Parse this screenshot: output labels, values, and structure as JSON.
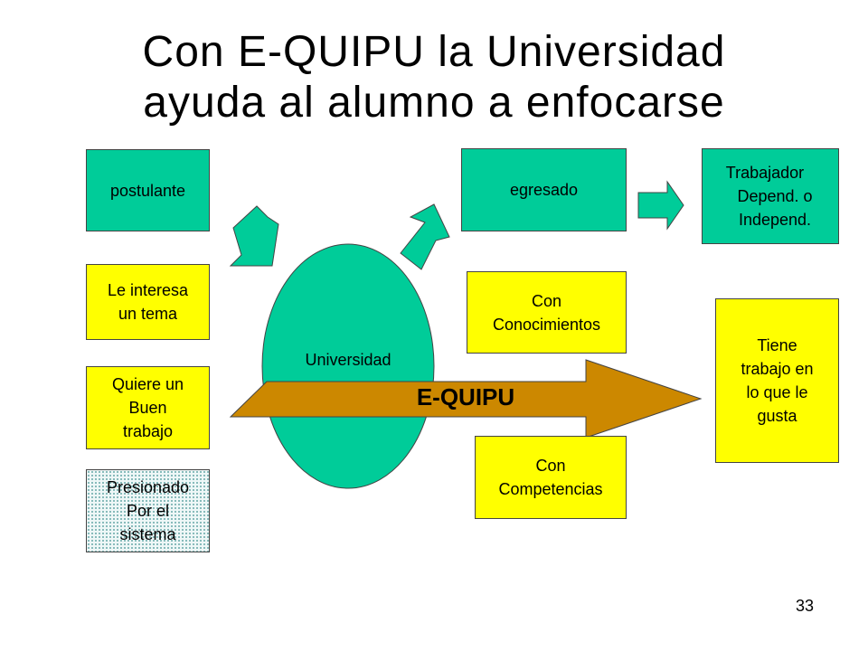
{
  "title": {
    "line1": "Con E-QUIPU la  Universidad",
    "line2": "ayuda al alumno a enfocarse"
  },
  "left_boxes": {
    "postulante": "postulante",
    "interesa": [
      "Le interesa",
      "un tema"
    ],
    "quiere": [
      "Quiere un",
      "Buen",
      "trabajo"
    ],
    "presionado": [
      "Presionado",
      "Por el",
      "sistema"
    ]
  },
  "center": {
    "universidad": "Universidad",
    "equipu": "E-QUIPU"
  },
  "middle_boxes": {
    "egresado": "egresado",
    "conocimientos": [
      "Con",
      "Conocimientos"
    ],
    "competencias": [
      "Con",
      "Competencias"
    ]
  },
  "right_boxes": {
    "trabajador": [
      "Trabajador",
      "Depend. o",
      "Independ."
    ],
    "tiene": [
      "Tiene",
      "trabajo en",
      "lo que le",
      "gusta"
    ]
  },
  "colors": {
    "green": "#00cc99",
    "yellow": "#ffff00",
    "arrow_orange": "#cc8800",
    "background": "#ffffff"
  },
  "page_number": "33"
}
